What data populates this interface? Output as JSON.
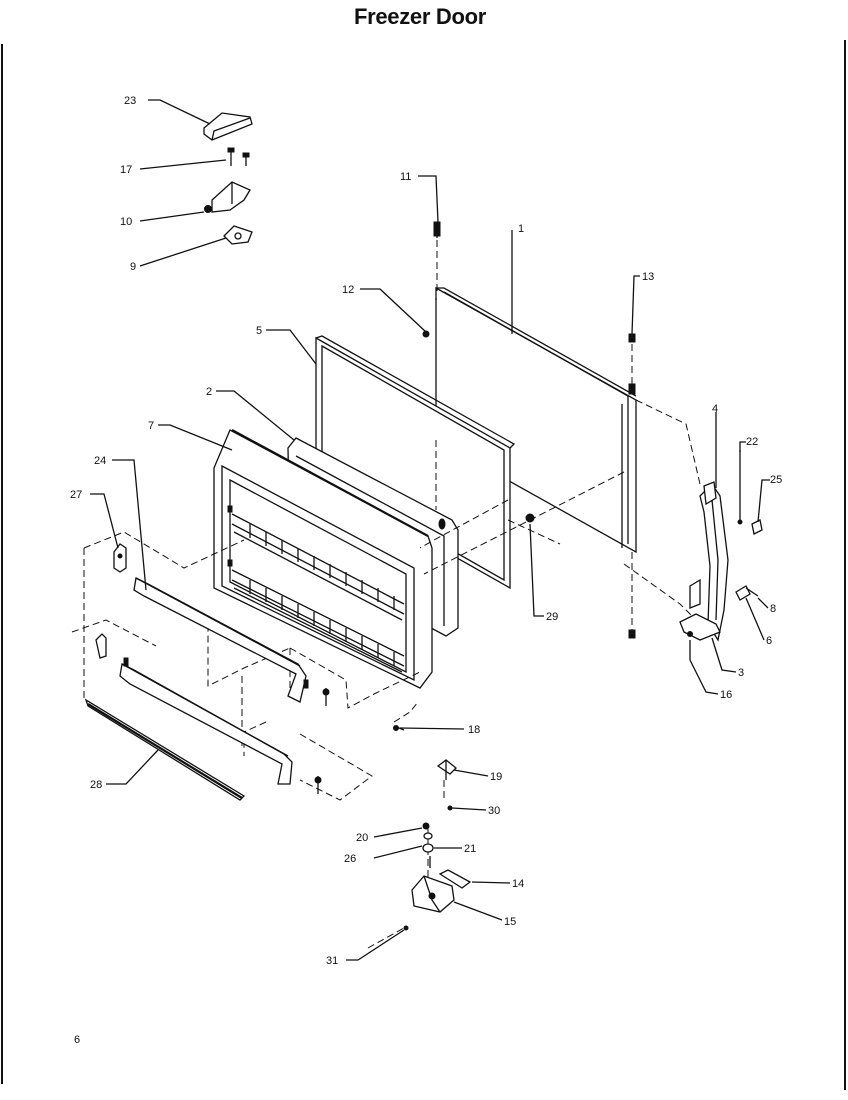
{
  "title": "Freezer Door",
  "page_number": "6",
  "callouts": [
    {
      "id": "c23",
      "label": "23"
    },
    {
      "id": "c17",
      "label": "17"
    },
    {
      "id": "c10",
      "label": "10"
    },
    {
      "id": "c9",
      "label": "9"
    },
    {
      "id": "c11",
      "label": "11"
    },
    {
      "id": "c1",
      "label": "1"
    },
    {
      "id": "c13",
      "label": "13"
    },
    {
      "id": "c12",
      "label": "12"
    },
    {
      "id": "c5",
      "label": "5"
    },
    {
      "id": "c2",
      "label": "2"
    },
    {
      "id": "c7",
      "label": "7"
    },
    {
      "id": "c24",
      "label": "24"
    },
    {
      "id": "c27",
      "label": "27"
    },
    {
      "id": "c4",
      "label": "4"
    },
    {
      "id": "c22",
      "label": "22"
    },
    {
      "id": "c25",
      "label": "25"
    },
    {
      "id": "c29",
      "label": "29"
    },
    {
      "id": "c8",
      "label": "8"
    },
    {
      "id": "c6",
      "label": "6"
    },
    {
      "id": "c3",
      "label": "3"
    },
    {
      "id": "c16",
      "label": "16"
    },
    {
      "id": "c18",
      "label": "18"
    },
    {
      "id": "c19",
      "label": "19"
    },
    {
      "id": "c30",
      "label": "30"
    },
    {
      "id": "c28",
      "label": "28"
    },
    {
      "id": "c20",
      "label": "20"
    },
    {
      "id": "c21",
      "label": "21"
    },
    {
      "id": "c26",
      "label": "26"
    },
    {
      "id": "c14",
      "label": "14"
    },
    {
      "id": "c15",
      "label": "15"
    },
    {
      "id": "c31",
      "label": "31"
    }
  ]
}
